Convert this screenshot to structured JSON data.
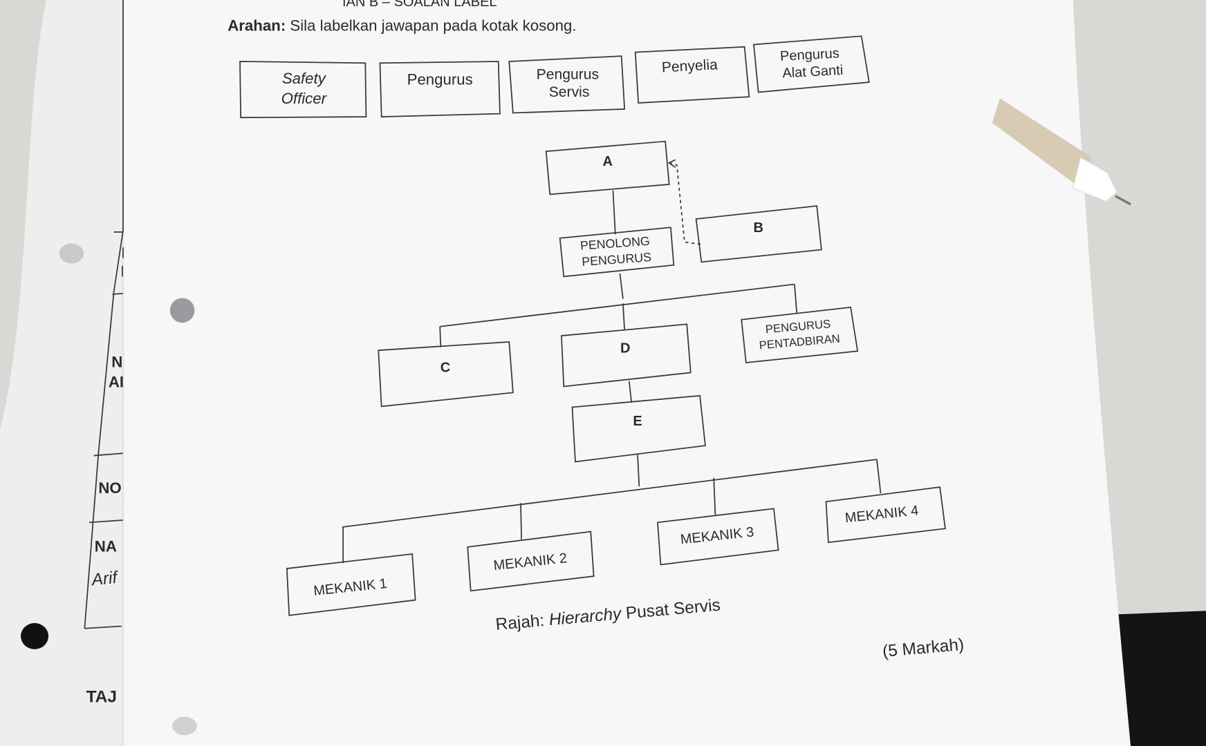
{
  "header": {
    "section_title": "IAN B – SOALAN LABEL",
    "instruction_label": "Arahan:",
    "instruction_text": " Sila labelkan jawapan pada kotak kosong."
  },
  "answer_options": [
    {
      "line1": "Safety",
      "line2": "Officer"
    },
    {
      "line1": "Pengurus",
      "line2": ""
    },
    {
      "line1": "Pengurus",
      "line2": "Servis"
    },
    {
      "line1": "Penyelia",
      "line2": ""
    },
    {
      "line1": "Pengurus",
      "line2": "Alat Ganti"
    }
  ],
  "diagram": {
    "box_a": "A",
    "box_b": "B",
    "penolong_line1": "PENOLONG",
    "penolong_line2": "PENGURUS",
    "box_c": "C",
    "box_d": "D",
    "pentadbiran_line1": "PENGURUS",
    "pentadbiran_line2": "PENTADBIRAN",
    "box_e": "E",
    "mekanik": [
      "MEKANIK 1",
      "MEKANIK 2",
      "MEKANIK 3",
      "MEKANIK 4"
    ],
    "caption_prefix": "Rajah: ",
    "caption_italic": "Hierarchy",
    "caption_suffix": " Pusat Servis"
  },
  "marks": "(5 Markah)",
  "left_margin": {
    "n": "N",
    "ai": "AI",
    "no": "NO",
    "na": "NA",
    "handwritten": "Arif",
    "taj": "TAJ"
  }
}
